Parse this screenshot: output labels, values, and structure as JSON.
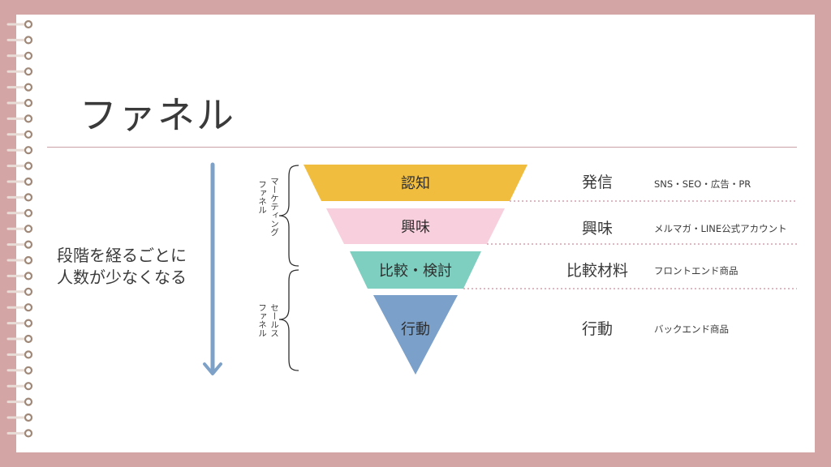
{
  "title": "ファネル",
  "side_note": {
    "line1": "段階を経るごとに",
    "line2": "人数が少なくなる"
  },
  "brackets": [
    {
      "line1": "マーケティング",
      "line2": "ファネル"
    },
    {
      "line1": "セールス",
      "line2": "ファネル"
    }
  ],
  "stages": [
    {
      "label": "認知",
      "action": "発信",
      "detail": "SNS・SEO・広告・PR",
      "color": "#f0bd3f"
    },
    {
      "label": "興味",
      "action": "興味",
      "detail": "メルマガ・LINE公式アカウント",
      "color": "#f8cfdc"
    },
    {
      "label": "比較・検討",
      "action": "比較材料",
      "detail": "フロントエンド商品",
      "color": "#7fcfc0"
    },
    {
      "label": "行動",
      "action": "行動",
      "detail": "バックエンド商品",
      "color": "#7ba0c9"
    }
  ],
  "colors": {
    "background": "#d4a5a5",
    "arrow": "#7ea1c8",
    "divider": "#d4a0ab",
    "ring": "#a08878"
  },
  "icons": {
    "down_arrow": "arrow-down-icon",
    "binding_rings": "spiral-binding-icon"
  }
}
